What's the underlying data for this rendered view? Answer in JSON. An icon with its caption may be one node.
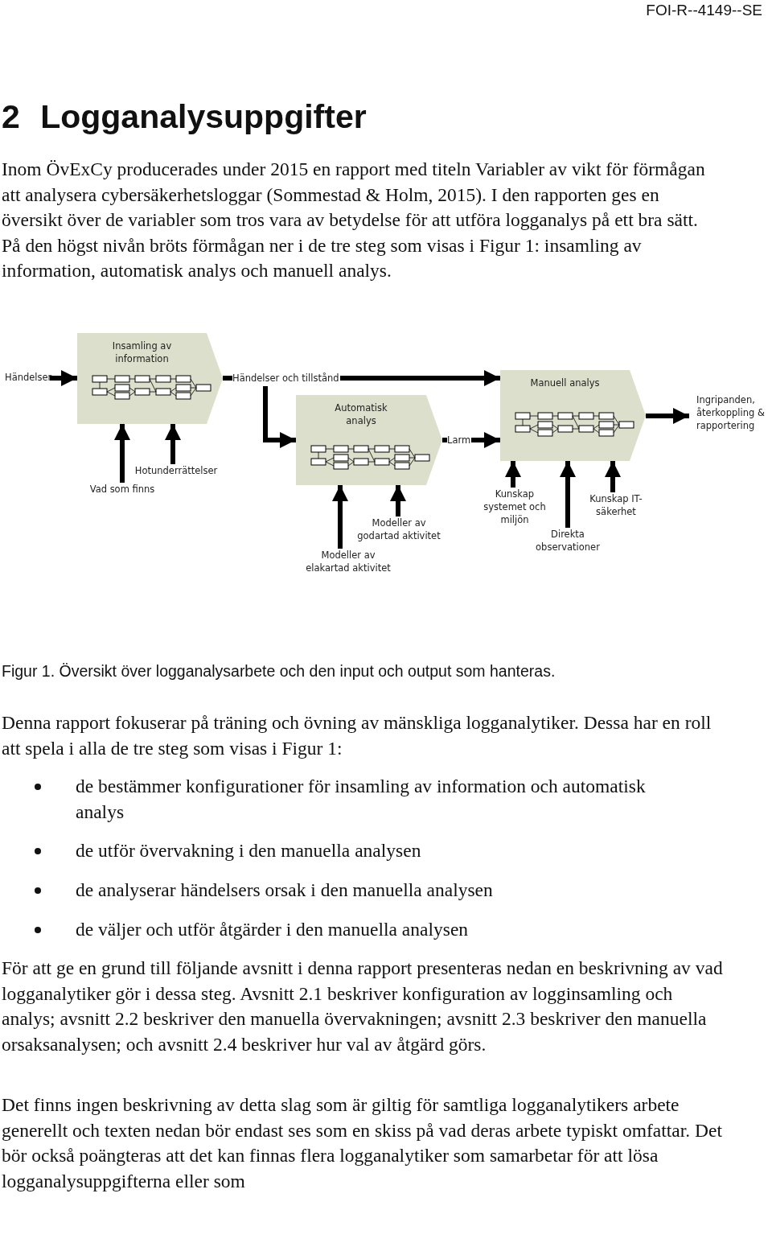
{
  "diagram": {
    "title": "2 Logganalysuppgifter",
    "caption": "Figur 1. Översikt över logganalysarbete och den input och output som hanteras.",
    "nodes": [
      {
        "text": [
          "Händelser"
        ]
      },
      {
        "text": [
          "Insamling av information"
        ]
      },
      {
        "text": [
          "Händelser och tillstånd"
        ]
      },
      {
        "text": [
          "Automatisk analys"
        ]
      },
      {
        "text": [
          "Larm"
        ]
      },
      {
        "text": [
          "Manuell analys"
        ]
      },
      {
        "text": [
          "Ingripanden, återkoppling & rapportering"
        ]
      },
      {
        "text": [
          "Vad som finns"
        ]
      },
      {
        "text": [
          "Hotunderrättelser"
        ]
      },
      {
        "text": [
          "Modeller av elakartad aktivitet"
        ]
      },
      {
        "text": [
          "Modeller av godartad aktivitet"
        ]
      },
      {
        "text": [
          "Kunskap systemet och miljön"
        ]
      },
      {
        "text": [
          "Direkta observationer"
        ]
      },
      {
        "text": [
          "Kunskap IT-säkerhet"
        ]
      }
    ],
    "edges": [
      {
        "from": 0,
        "to": 1,
        "arrow": "to"
      },
      {
        "from": 1,
        "to": 2,
        "arrow": "none"
      },
      {
        "from": 2,
        "to": 5,
        "arrow": "to"
      },
      {
        "from": 2,
        "to": 3,
        "arrow": "to"
      },
      {
        "from": 3,
        "to": 4,
        "arrow": "none"
      },
      {
        "from": 4,
        "to": 5,
        "arrow": "to"
      },
      {
        "from": 5,
        "to": 6,
        "arrow": "to"
      },
      {
        "from": 7,
        "to": 1,
        "arrow": "to"
      },
      {
        "from": 8,
        "to": 1,
        "arrow": "to"
      },
      {
        "from": 9,
        "to": 3,
        "arrow": "to"
      },
      {
        "from": 10,
        "to": 3,
        "arrow": "to"
      },
      {
        "from": 11,
        "to": 5,
        "arrow": "to"
      },
      {
        "from": 12,
        "to": 5,
        "arrow": "to"
      },
      {
        "from": 13,
        "to": 5,
        "arrow": "to"
      }
    ],
    "labels": [
      "FOI-R--4149--SE",
      "Inom ÖvExCy producerades under 2015 en rapport med titeln Variabler av vikt för förmågan att analysera cybersäkerhetsloggar (Sommestad & Holm, 2015). I den rapporten ges en översikt över de variabler som tros vara av betydelse för att utföra logganalys på ett bra sätt. På den högst nivån bröts förmågan ner i de tre steg som visas i Figur 1: insamling av information, automatisk analys och manuell analys.",
      "Denna rapport fokuserar på träning och övning av mänskliga logganalytiker. Dessa har en roll att spela i alla de tre steg som visas i Figur 1:",
      "de bestämmer konfigurationer för insamling av information och automatisk analys",
      "de utför övervakning i den manuella analysen",
      "de analyserar händelsers orsak i den manuella analysen",
      "de väljer och utför åtgärder i den manuella analysen",
      "För att ge en grund till följande avsnitt i denna rapport presenteras nedan en beskrivning av vad logganalytiker gör i dessa steg. Avsnitt 2.1 beskriver konfiguration av logginsamling och analys; avsnitt 2.2 beskriver den manuella övervakningen; avsnitt 2.3 beskriver den manuella orsaksanalysen; och avsnitt 2.4 beskriver hur val av åtgärd görs.",
      "Det finns ingen beskrivning av detta slag som är giltig för samtliga logganalytikers arbete generellt och texten nedan bör endast ses som en skiss på vad deras arbete typiskt omfattar. Det bör också poängteras att det kan finnas flera logganalytiker som samarbetar för att lösa logganalysuppgifterna eller som"
    ]
  }
}
